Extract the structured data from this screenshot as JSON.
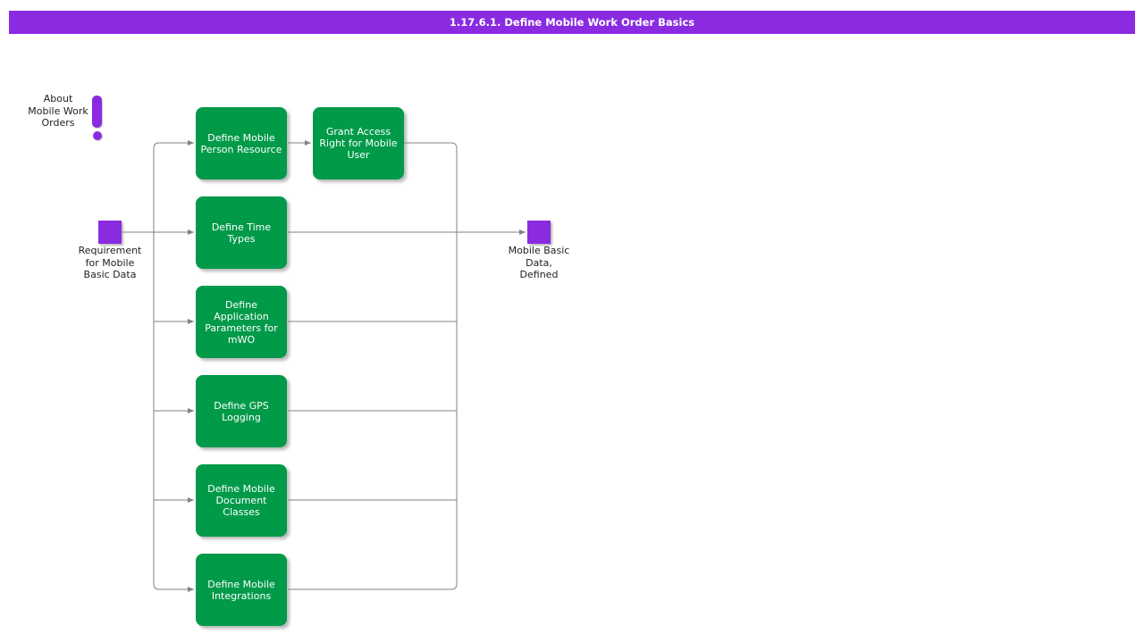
{
  "title": "1.17.6.1. Define Mobile Work Order Basics",
  "colors": {
    "purple": "#8A2BE2",
    "green": "#009A49",
    "line": "#828282"
  },
  "icons": {
    "about": "exclamation-icon",
    "start_event": "purple-square-event-icon",
    "end_event": "purple-square-event-icon"
  },
  "nodes": {
    "about": {
      "label": "About\nMobile Work\nOrders"
    },
    "start": {
      "label": "Requirement\nfor Mobile\nBasic Data"
    },
    "end": {
      "label": "Mobile Basic\nData,\nDefined"
    },
    "grant": {
      "label": "Grant Access\nRight for Mobile\nUser"
    },
    "tasks": [
      {
        "label": "Define Mobile\nPerson Resource"
      },
      {
        "label": "Define Time\nTypes"
      },
      {
        "label": "Define\nApplication\nParameters for\nmWO"
      },
      {
        "label": "Define GPS\nLogging"
      },
      {
        "label": "Define Mobile\nDocument\nClasses"
      },
      {
        "label": "Define Mobile\nIntegrations"
      }
    ]
  }
}
